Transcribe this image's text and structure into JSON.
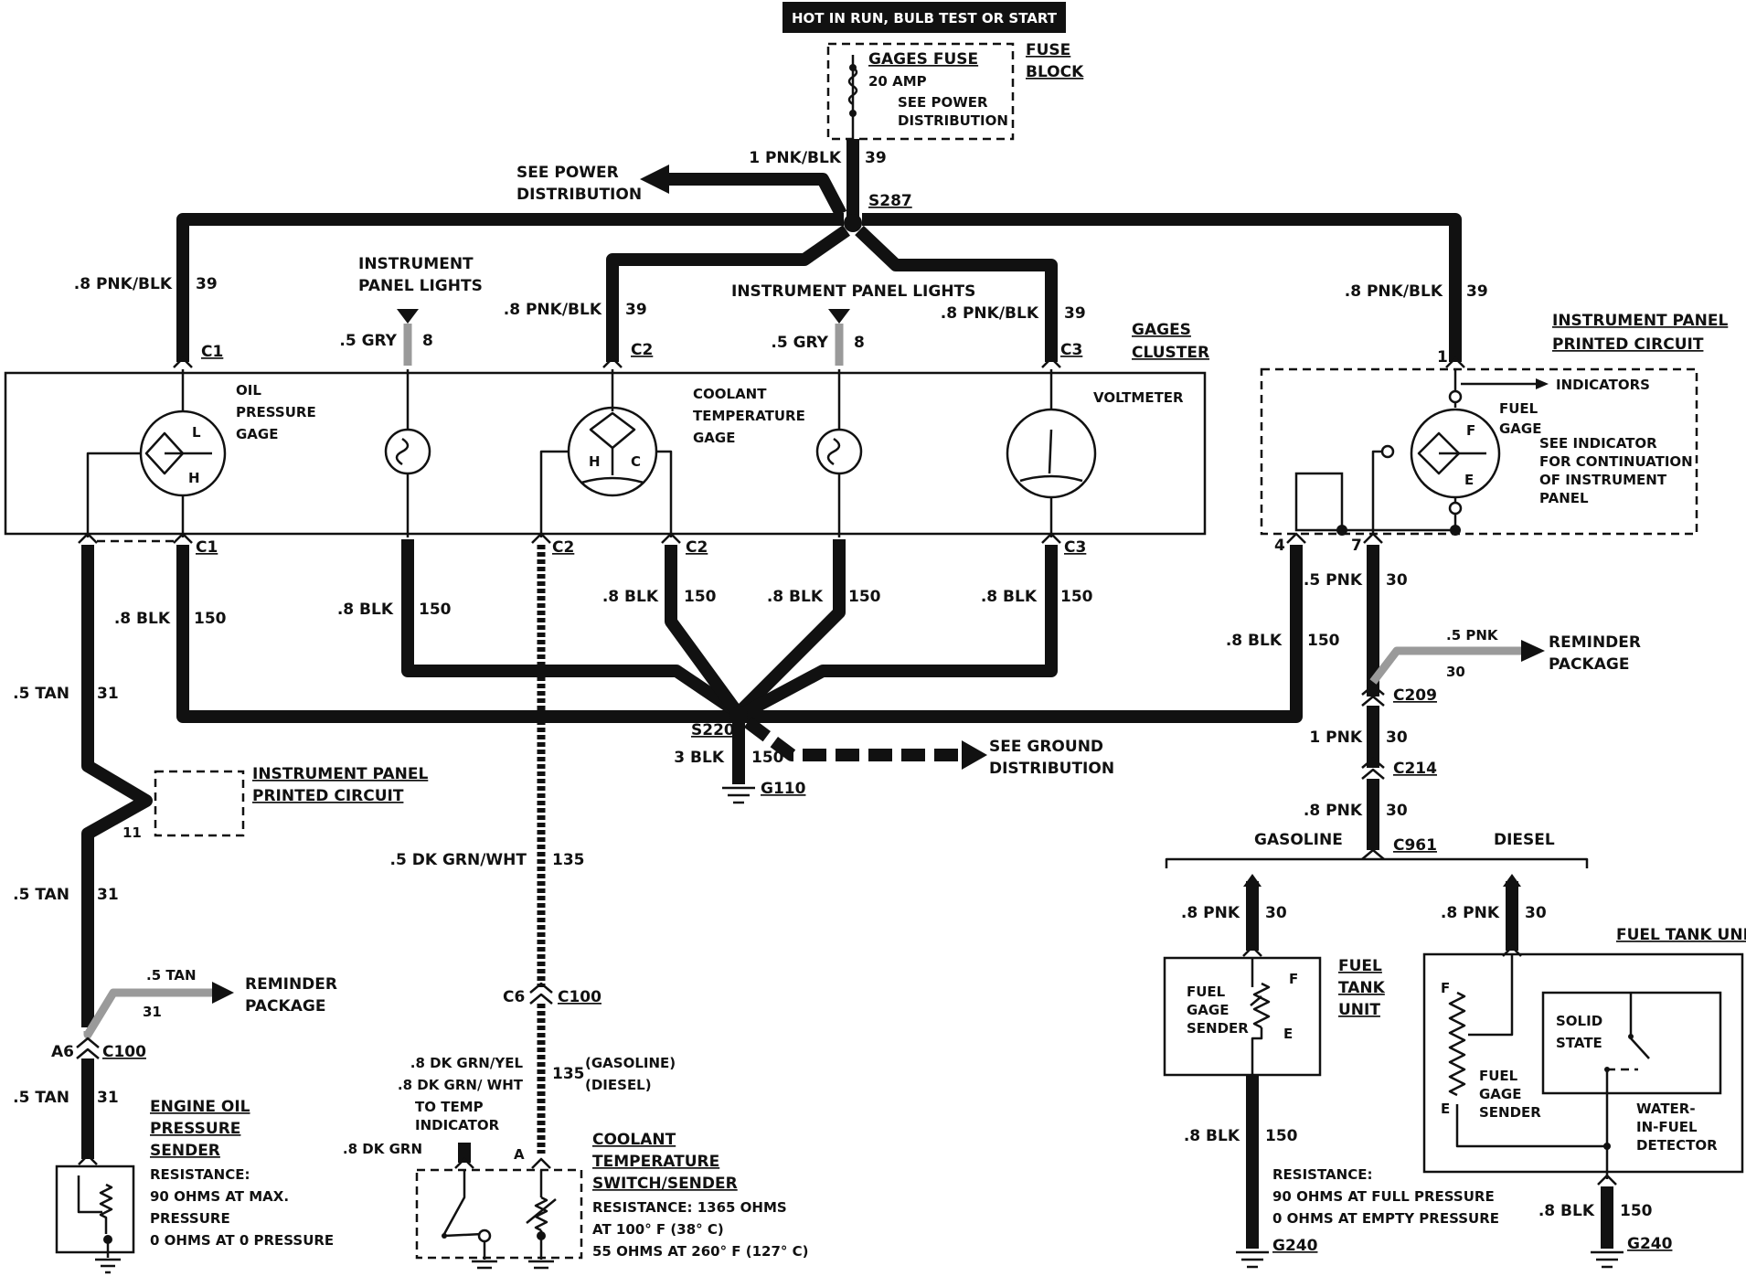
{
  "header_banner": "HOT IN RUN, BULB TEST OR START",
  "fuse": {
    "name": "GAGES FUSE",
    "rating": "20 AMP",
    "note_line1": "SEE POWER",
    "note_line2": "DISTRIBUTION",
    "block_line1": "FUSE",
    "block_line2": "BLOCK"
  },
  "feed": {
    "wire": "1 PNK/BLK",
    "circuit": "39",
    "splice": "S287"
  },
  "see_power": {
    "line1": "SEE POWER",
    "line2": "DISTRIBUTION"
  },
  "cluster": {
    "label_line1": "GAGES",
    "label_line2": "CLUSTER",
    "oil_gage": {
      "line1": "OIL",
      "line2": "PRESSURE",
      "line3": "GAGE",
      "low": "L",
      "high": "H"
    },
    "coolant_gage": {
      "line1": "COOLANT",
      "line2": "TEMPERATURE",
      "line3": "GAGE",
      "hot": "H",
      "cold": "C"
    },
    "voltmeter": "VOLTMETER",
    "lights1": {
      "line1": "INSTRUMENT",
      "line2": "PANEL LIGHTS",
      "wire": ".5 GRY",
      "circuit": "8"
    },
    "lights2": {
      "label": "INSTRUMENT PANEL LIGHTS",
      "wire": ".5 GRY",
      "circuit": "8"
    }
  },
  "power_wires": [
    {
      "wire": ".8 PNK/BLK",
      "circuit": "39",
      "connector": "C1"
    },
    {
      "wire": ".8 PNK/BLK",
      "circuit": "39",
      "connector": "C2"
    },
    {
      "wire": ".8 PNK/BLK",
      "circuit": "39",
      "connector": "C3"
    },
    {
      "wire": ".8 PNK/BLK",
      "circuit": "39",
      "connector": "1"
    }
  ],
  "ground_wires": [
    {
      "wire": ".8 BLK",
      "circuit": "150",
      "connector": "C1"
    },
    {
      "wire": ".8 BLK",
      "circuit": "150"
    },
    {
      "wire": ".8 BLK",
      "circuit": "150",
      "connector": "C2"
    },
    {
      "wire": ".8 BLK",
      "circuit": "150"
    },
    {
      "wire": ".8 BLK",
      "circuit": "150",
      "connector": "C3"
    },
    {
      "wire": ".8 BLK",
      "circuit": "150",
      "connector": "4"
    }
  ],
  "ground_splice": {
    "splice": "S220",
    "wire": "3 BLK",
    "circuit": "150",
    "ground": "G110",
    "see_line1": "SEE GROUND",
    "see_line2": "DISTRIBUTION"
  },
  "ip_circuit": {
    "line1": "INSTRUMENT PANEL",
    "line2": "PRINTED CIRCUIT",
    "fuel_gage_line1": "FUEL",
    "fuel_gage_line2": "GAGE",
    "indicators": "INDICATORS",
    "note_line1": "SEE INDICATOR",
    "note_line2": "FOR CONTINUATION",
    "note_line3": "OF INSTRUMENT",
    "note_line4": "PANEL",
    "full": "F",
    "empty": "E",
    "pin7": "7"
  },
  "oil_circuit": {
    "wire1": ".5 TAN",
    "circuit": "31",
    "ip_line1": "INSTRUMENT PANEL",
    "ip_line2": "PRINTED CIRCUIT",
    "pin11": "11",
    "wire2": ".5 TAN",
    "branch_wire": ".5 TAN",
    "reminder_line1": "REMINDER",
    "reminder_line2": "PACKAGE",
    "pin_a6": "A6",
    "c100": "C100",
    "wire3": ".5 TAN",
    "sender_line1": "ENGINE OIL",
    "sender_line2": "PRESSURE",
    "sender_line3": "SENDER",
    "res_line1": "RESISTANCE:",
    "res_line2": "90 OHMS AT MAX.",
    "res_line3": "PRESSURE",
    "res_line4": "0 OHMS AT 0 PRESSURE"
  },
  "coolant_circuit": {
    "wire": ".5 DK GRN/WHT",
    "circuit": "135",
    "pin_c6": "C6",
    "c100": "C100",
    "gas_wire": ".8 DK GRN/YEL",
    "diesel_wire": ".8 DK GRN/ WHT",
    "gas_note": "(GASOLINE)",
    "diesel_note": "(DIESEL)",
    "temp_line1": "TO TEMP",
    "temp_line2": "INDICATOR",
    "temp_wire": ".8 DK GRN",
    "pin_a": "A",
    "switch_line1": "COOLANT",
    "switch_line2": "TEMPERATURE",
    "switch_line3": "SWITCH/SENDER",
    "res_line1": "RESISTANCE:  1365 OHMS",
    "res_line2": "AT 100° F (38° C)",
    "res_line3": "55 OHMS AT 260° F (127° C)"
  },
  "fuel_circuit": {
    "wire1": ".5 PNK",
    "circuit": "30",
    "branch_wire": ".5 PNK",
    "reminder_line1": "REMINDER",
    "reminder_line2": "PACKAGE",
    "c209": "C209",
    "wire2": "1 PNK",
    "c214": "C214",
    "wire3": ".8 PNK",
    "c961": "C961",
    "gasoline": "GASOLINE",
    "diesel": "DIESEL",
    "gas_wire": ".8 PNK",
    "diesel_wire": ".8 PNK",
    "tank_line1": "FUEL",
    "tank_line2": "TANK",
    "tank_line3": "UNIT",
    "sender_line1": "FUEL",
    "sender_line2": "GAGE",
    "sender_line3": "SENDER",
    "full": "F",
    "empty": "E",
    "gas_ground_wire": ".8 BLK",
    "ground_circuit": "150",
    "g240": "G240",
    "res_line1": "RESISTANCE:",
    "res_line2": "90 OHMS AT FULL PRESSURE",
    "res_line3": "0 OHMS AT EMPTY PRESSURE",
    "diesel_unit": "FUEL TANK UNIT",
    "solid_line1": "SOLID",
    "solid_line2": "STATE",
    "water_line1": "WATER-",
    "water_line2": "IN-FUEL",
    "water_line3": "DETECTOR",
    "diesel_ground_wire": ".8 BLK",
    "diesel_g240": "G240"
  }
}
